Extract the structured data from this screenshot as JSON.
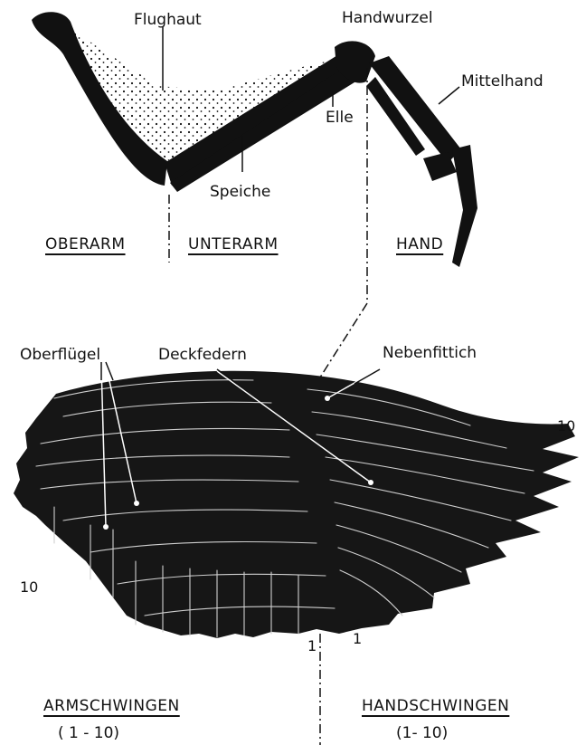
{
  "bones": {
    "flughaut": "Flughaut",
    "handwurzel": "Handwurzel",
    "mittelhand": "Mittelhand",
    "elle": "Elle",
    "speiche": "Speiche"
  },
  "sections": {
    "oberarm": "OBERARM",
    "unterarm": "UNTERARM",
    "hand": "HAND"
  },
  "feathers": {
    "oberfluegel": "Oberflügel",
    "deckfedern": "Deckfedern",
    "nebenfittich": "Nebenfittich"
  },
  "numbers": {
    "tip_10": "10",
    "left_10": "10",
    "mid_1_left": "1",
    "mid_1_right": "1"
  },
  "groups": {
    "armschwingen": "ARMSCHWINGEN",
    "armschwingen_range": "( 1 - 10)",
    "handschwingen": "HANDSCHWINGEN",
    "handschwingen_range": "(1- 10)"
  }
}
